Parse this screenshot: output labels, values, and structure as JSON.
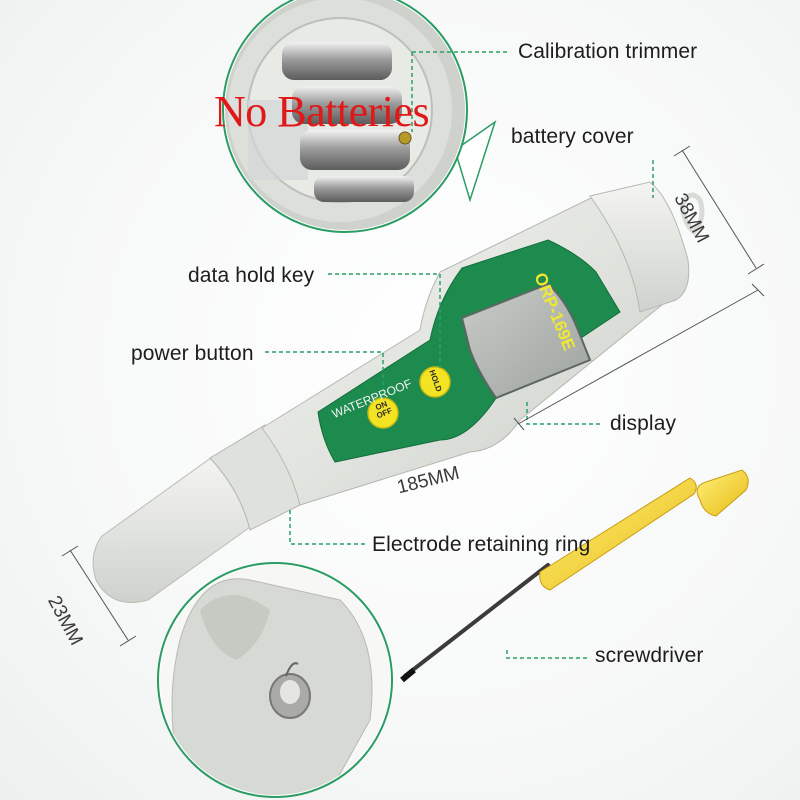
{
  "labels": {
    "calibration_trimmer": "Calibration trimmer",
    "battery_cover": "battery cover",
    "data_hold_key": "data hold key",
    "power_button": "power button",
    "display": "display",
    "retaining_ring": "Electrode retaining ring",
    "screwdriver": "screwdriver"
  },
  "dimensions": {
    "width": "38MM",
    "length": "185MM",
    "electrode": "23MM"
  },
  "device": {
    "model": "ORP-169E",
    "waterproof": "WATERPROOF",
    "power_key": "ON OFF",
    "hold_key": "HOLD"
  },
  "inset_note": "No Batteries",
  "colors": {
    "body": "#e2e4df",
    "panel": "#1d8a4e",
    "button": "#f4e323",
    "screwdriver": "#f1d22a",
    "note": "#e01818",
    "leader": "#2aa067"
  }
}
